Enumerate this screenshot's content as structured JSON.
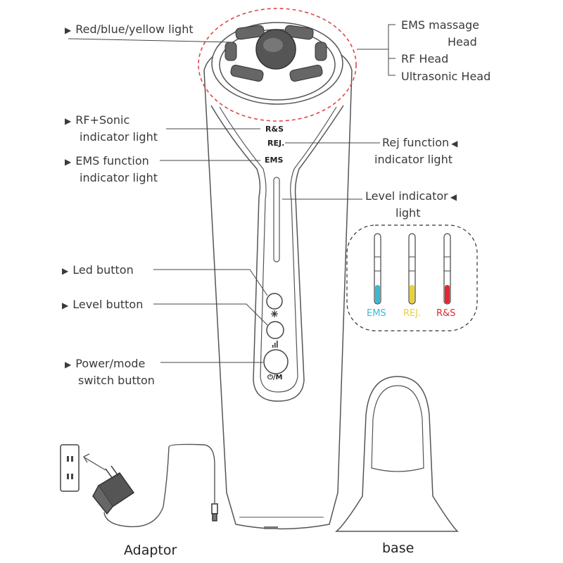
{
  "labels": {
    "rby_light": "Red/blue/yellow light",
    "ems_head_1": "EMS massage",
    "ems_head_2": "Head",
    "rf_head": "RF Head",
    "ultrasonic_head": "Ultrasonic Head",
    "rf_sonic_1": "RF+Sonic",
    "rf_sonic_2": "indicator light",
    "ems_func_1": "EMS function",
    "ems_func_2": "indicator light",
    "rej_func_1": "Rej function",
    "rej_func_2": "indicator light",
    "level_ind_1": "Level indicator",
    "level_ind_2": "light",
    "led_button": "Led button",
    "level_button": "Level button",
    "power_1": "Power/mode",
    "power_2": "switch button"
  },
  "device_marks": {
    "rs": "R&S",
    "rej": "REJ.",
    "ems": "EMS",
    "power_icon": "⏻/M"
  },
  "legend": {
    "items": [
      {
        "label": "EMS",
        "color": "#3bb8d6"
      },
      {
        "label": "REJ.",
        "color": "#e8d23a"
      },
      {
        "label": "R&S",
        "color": "#e0282e"
      }
    ]
  },
  "bottom": {
    "adaptor": "Adaptor",
    "base": "base"
  },
  "icons": {
    "pointer": "triangle-pointer-icon",
    "pointer_left": "triangle-pointer-left-icon",
    "led": "sun-icon",
    "level": "signal-bars-icon",
    "power": "power-icon"
  },
  "colors": {
    "dashed_circle": "#e04545",
    "line": "#444444"
  }
}
